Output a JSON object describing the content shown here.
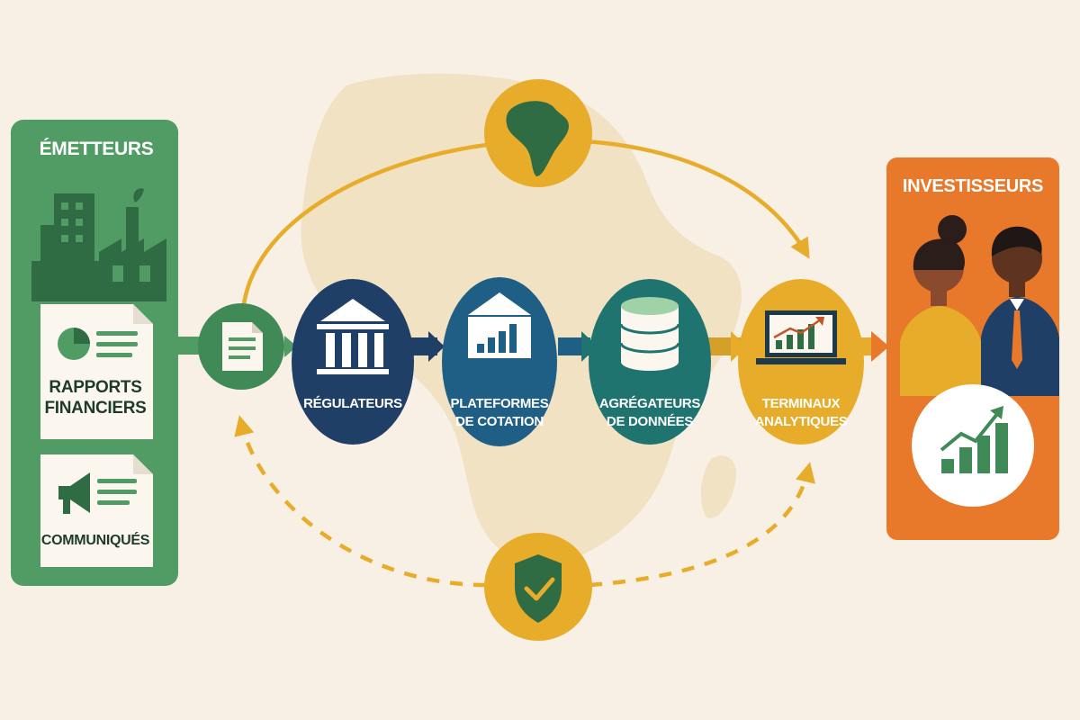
{
  "colors": {
    "background": "#f8f0e5",
    "africa_shadow": "#f2e2c4",
    "green": "#519c64",
    "green_dark": "#2f6b43",
    "teal": "#1f7470",
    "blue": "#1f5f86",
    "navy": "#1f3f66",
    "gold": "#e7ad2a",
    "orange": "#e8782a",
    "card": "#fbf7ee",
    "white": "#ffffff"
  },
  "emetteurs": {
    "title": "ÉMETTEURS",
    "icon": "buildings-factory-icon",
    "cards": [
      {
        "icon": "pie-chart-icon",
        "line1": "RAPPORTS",
        "line2": "FINANCIERS"
      },
      {
        "icon": "megaphone-icon",
        "line1": "COMMUNIQUÉS"
      }
    ]
  },
  "document_node": {
    "icon": "document-icon"
  },
  "flow": [
    {
      "id": "regulateurs",
      "icon": "bank-columns-icon",
      "lines": [
        "RÉGULATEURS"
      ]
    },
    {
      "id": "plateformes",
      "icon": "exchange-bar-chart-icon",
      "lines": [
        "PLATEFORMES",
        "DE COTATION"
      ]
    },
    {
      "id": "agregateurs",
      "icon": "database-icon",
      "lines": [
        "AGRÉGATEURS",
        "DE DONNÉES"
      ]
    },
    {
      "id": "terminaux",
      "icon": "laptop-chart-icon",
      "lines": [
        "TERMINAUX",
        "ANALYTIQUES"
      ]
    }
  ],
  "investisseurs": {
    "title": "INVESTISSEURS",
    "icon": "investors-people-icon",
    "badge_icon": "growth-bar-chart-icon"
  },
  "loop_top": {
    "icon": "africa-map-icon"
  },
  "loop_bottom": {
    "icon": "shield-check-icon"
  }
}
